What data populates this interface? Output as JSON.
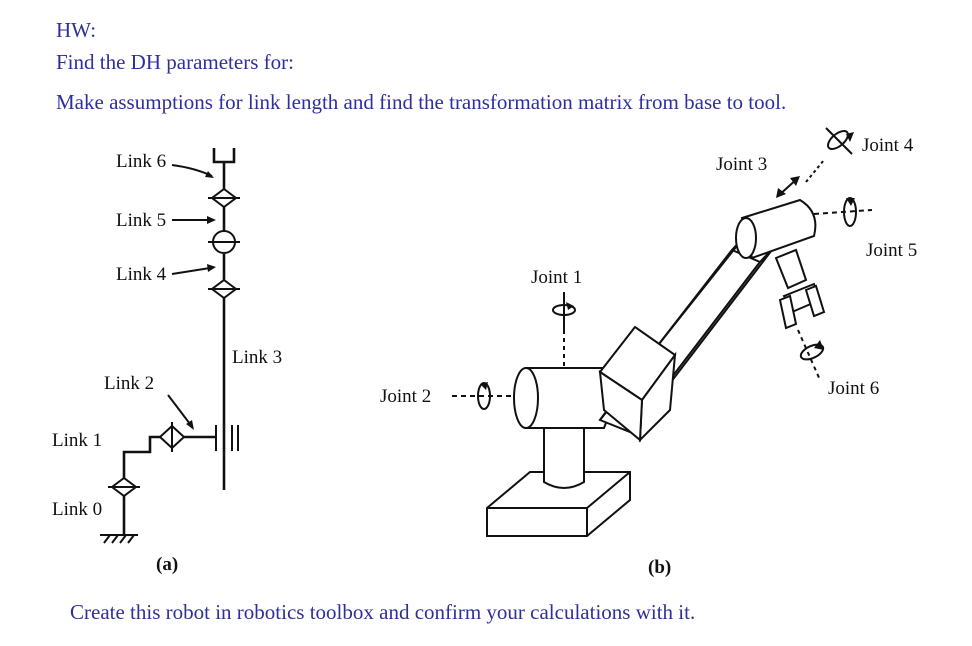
{
  "header": {
    "hw": "HW:",
    "find": "Find the DH parameters for:",
    "assume": "Make assumptions for link length and find the transformation matrix from base to tool."
  },
  "figure_a": {
    "caption": "(a)",
    "labels": {
      "link6": "Link 6",
      "link5": "Link 5",
      "link4": "Link 4",
      "link3": "Link 3",
      "link2": "Link 2",
      "link1": "Link 1",
      "link0": "Link 0"
    }
  },
  "figure_b": {
    "caption": "(b)",
    "labels": {
      "joint1": "Joint 1",
      "joint2": "Joint 2",
      "joint3": "Joint 3",
      "joint4": "Joint 4",
      "joint5": "Joint 5",
      "joint6": "Joint 6"
    }
  },
  "footer": {
    "text": "Create this robot in robotics toolbox and confirm your calculations with it."
  },
  "colors": {
    "heading_text": "#2f2f9c",
    "line_art": "#111111",
    "background": "#ffffff"
  }
}
